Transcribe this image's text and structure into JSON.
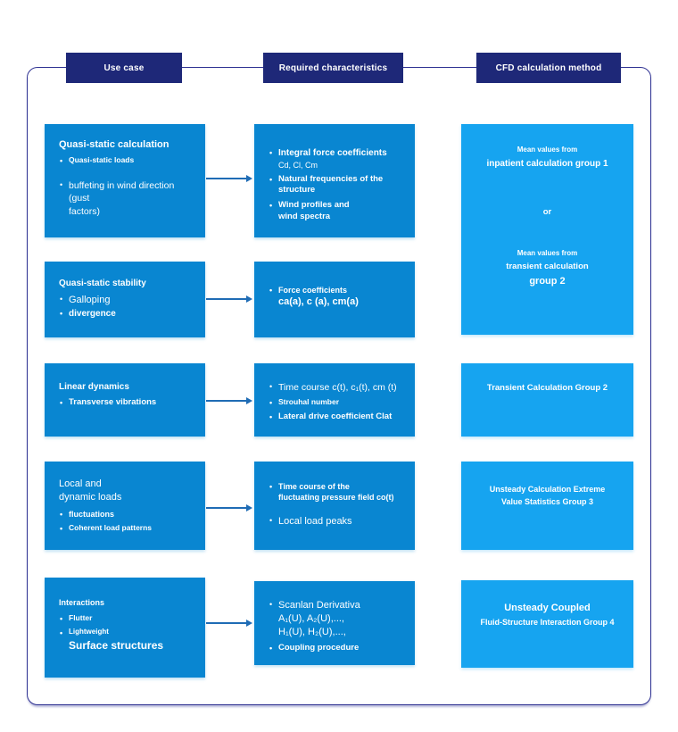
{
  "colors": {
    "header_bg": "#1e2878",
    "border_navy": "#2e3192",
    "box_blue": "#0986d1",
    "box_cyan": "#16a4f0",
    "arrow": "#1f6cb5",
    "text": "#ffffff"
  },
  "header": {
    "use_case": "Use case",
    "required": "Required characteristics",
    "method": "CFD calculation method"
  },
  "r1": {
    "uc_title": "Quasi-static calculation",
    "uc_b1": "Quasi-static loads",
    "uc_b2": "buffeting in wind direction (gust\nfactors)",
    "rc_b1": "Integral force coefficients",
    "rc_b1_sub": "Cd, Cl, Cm",
    "rc_b2": "Natural frequencies of the\nstructure",
    "rc_b3": "Wind profiles and\nwind spectra",
    "m_l1": "Mean values from",
    "m_l2": "inpatient calculation group 1",
    "m_or": "or",
    "m_l3": "Mean values from",
    "m_l4": "transient calculation",
    "m_l5": "group 2"
  },
  "r2": {
    "uc_title": "Quasi-static stability",
    "uc_b1": "Galloping",
    "uc_b2": "divergence",
    "rc_b1": "Force coefficients",
    "rc_line": "ca(a), c (a), cm(a)"
  },
  "r3": {
    "uc_title": "Linear dynamics",
    "uc_b1": "Transverse vibrations",
    "rc_b1": "Time course c(t), c₁(t), cm (t)",
    "rc_b2": "Strouhal number",
    "rc_b3": "Lateral drive coefficient Clat",
    "m": "Transient Calculation Group 2"
  },
  "r4": {
    "uc_title": "Local and\ndynamic loads",
    "uc_b1": "fluctuations",
    "uc_b2": "Coherent load patterns",
    "rc_b1": "Time course of the\nfluctuating pressure field co(t)",
    "rc_b2": "Local load peaks",
    "m": "Unsteady Calculation Extreme\nValue Statistics Group 3"
  },
  "r5": {
    "uc_title": "Interactions",
    "uc_b1": "Flutter",
    "uc_b2": "Lightweight",
    "uc_line": "Surface structures",
    "rc_b1": "Scanlan Derivativa\nA₁(U), A₂(U),...,\nH₁(U), H₂(U),...,",
    "rc_b2": "Coupling procedure",
    "m_l1": "Unsteady Coupled",
    "m_l2": "Fluid-Structure Interaction Group 4"
  }
}
